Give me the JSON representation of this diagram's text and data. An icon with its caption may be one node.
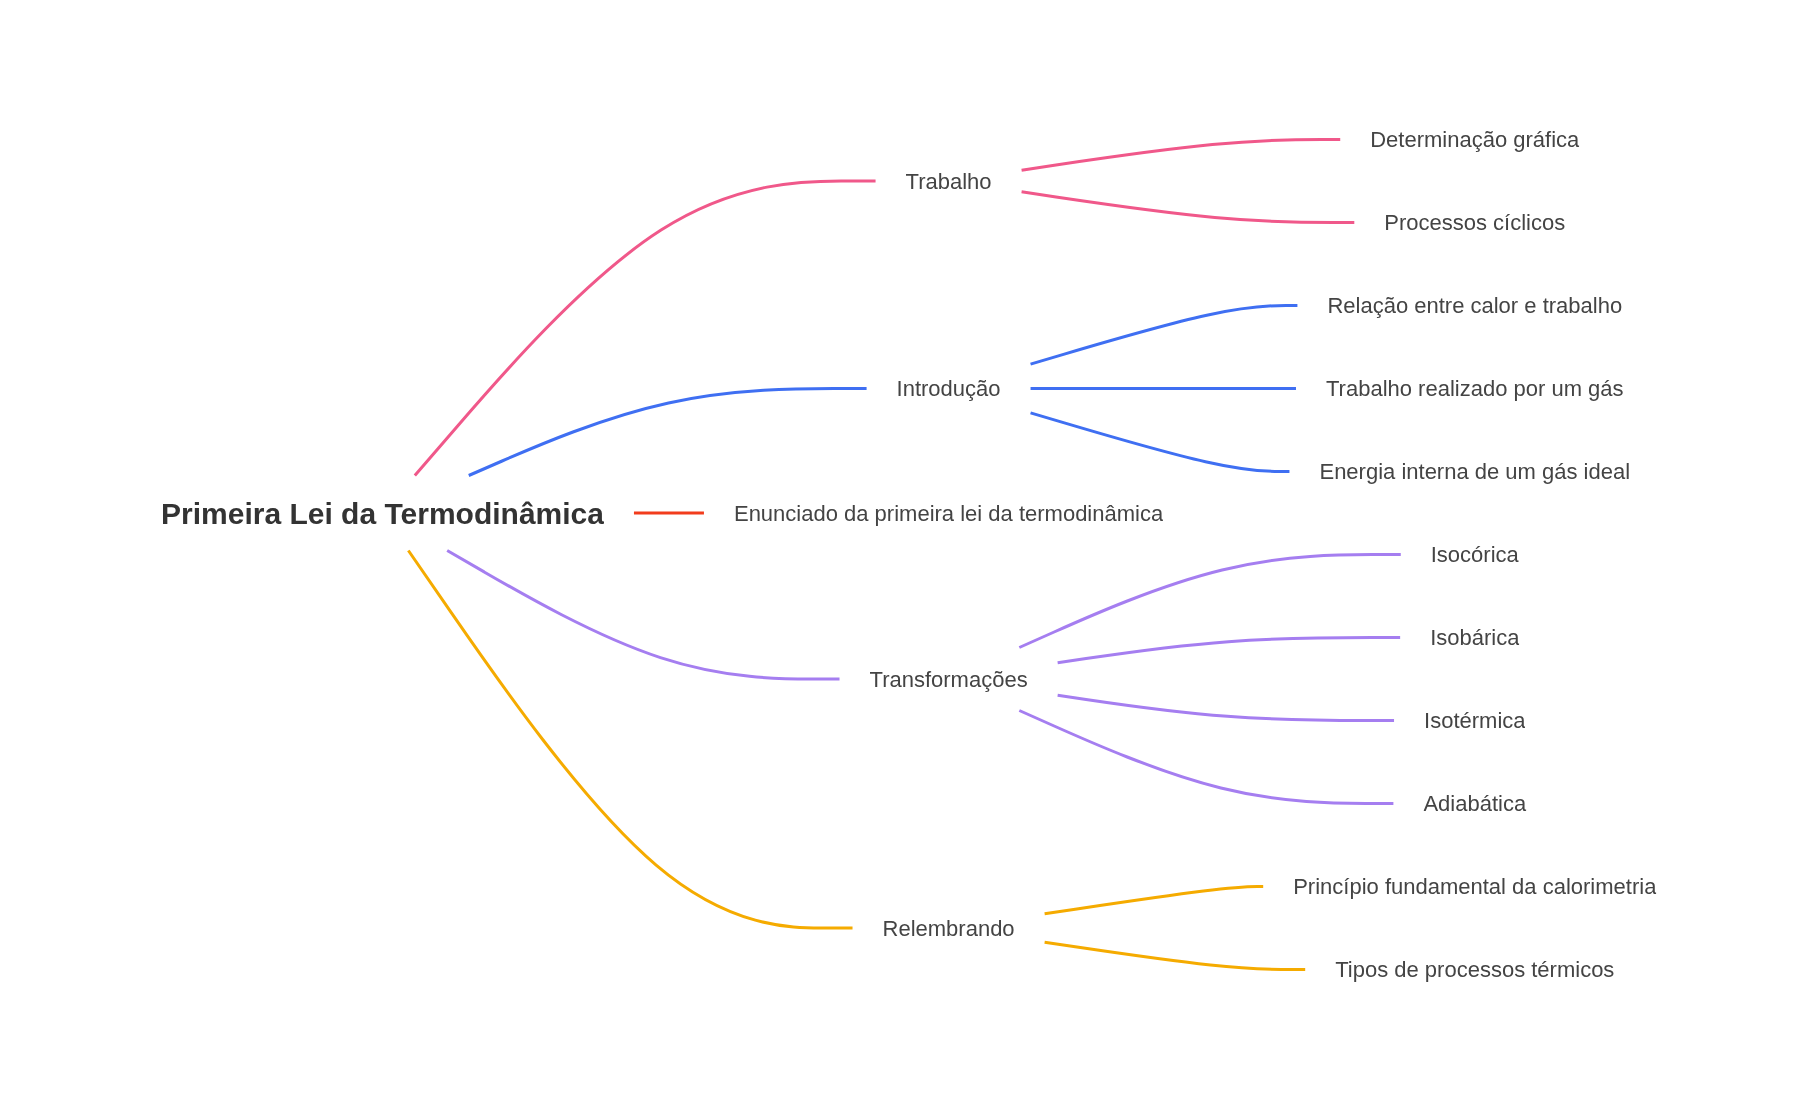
{
  "diagram": {
    "nodes": [
      {
        "text": [
          "Primeira Lei da Termodinâmica"
        ]
      },
      {
        "text": [
          "Trabalho"
        ]
      },
      {
        "text": [
          "Determinação gráfica"
        ]
      },
      {
        "text": [
          "Processos cíclicos"
        ]
      },
      {
        "text": [
          "Introdução"
        ]
      },
      {
        "text": [
          "Relação entre calor e trabalho"
        ]
      },
      {
        "text": [
          "Trabalho realizado por um gás"
        ]
      },
      {
        "text": [
          "Energia interna de um gás ideal"
        ]
      },
      {
        "text": [
          "Enunciado da primeira lei da termodinâmica"
        ]
      },
      {
        "text": [
          "Transformações"
        ]
      },
      {
        "text": [
          "Isocórica"
        ]
      },
      {
        "text": [
          "Isobárica"
        ]
      },
      {
        "text": [
          "Isotérmica"
        ]
      },
      {
        "text": [
          "Adiabática"
        ]
      },
      {
        "text": [
          "Relembrando"
        ]
      },
      {
        "text": [
          "Princípio fundamental da calorimetria"
        ]
      },
      {
        "text": [
          "Tipos de processos térmicos"
        ]
      }
    ],
    "edges": [
      {
        "from": 0,
        "to": 1,
        "arrow": "none",
        "color": "#f0588a"
      },
      {
        "from": 1,
        "to": 2,
        "arrow": "none",
        "color": "#f0588a"
      },
      {
        "from": 1,
        "to": 3,
        "arrow": "none",
        "color": "#f0588a"
      },
      {
        "from": 0,
        "to": 4,
        "arrow": "none",
        "color": "#3f6ff2"
      },
      {
        "from": 4,
        "to": 5,
        "arrow": "none",
        "color": "#3f6ff2"
      },
      {
        "from": 4,
        "to": 6,
        "arrow": "none",
        "color": "#3f6ff2"
      },
      {
        "from": 4,
        "to": 7,
        "arrow": "none",
        "color": "#3f6ff2"
      },
      {
        "from": 0,
        "to": 8,
        "arrow": "none",
        "color": "#f23c1c"
      },
      {
        "from": 0,
        "to": 9,
        "arrow": "none",
        "color": "#a57ef0"
      },
      {
        "from": 9,
        "to": 10,
        "arrow": "none",
        "color": "#a57ef0"
      },
      {
        "from": 9,
        "to": 11,
        "arrow": "none",
        "color": "#a57ef0"
      },
      {
        "from": 9,
        "to": 12,
        "arrow": "none",
        "color": "#a57ef0"
      },
      {
        "from": 9,
        "to": 13,
        "arrow": "none",
        "color": "#a57ef0"
      },
      {
        "from": 0,
        "to": 14,
        "arrow": "none",
        "color": "#f5ab00"
      },
      {
        "from": 14,
        "to": 15,
        "arrow": "none",
        "color": "#f5ab00"
      },
      {
        "from": 14,
        "to": 16,
        "arrow": "none",
        "color": "#f5ab00"
      }
    ]
  }
}
